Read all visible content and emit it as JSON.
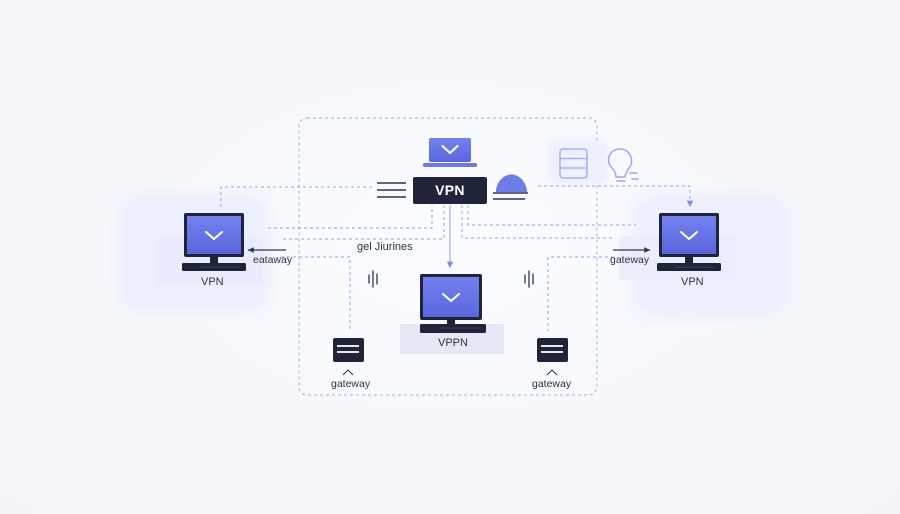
{
  "diagram": {
    "hub": {
      "label": "VPN"
    },
    "center_text": "gel Jiurines",
    "left_node": {
      "label": "VPN",
      "link_label": "eataway"
    },
    "right_node": {
      "label": "VPN",
      "link_label": "gateway"
    },
    "center_node": {
      "label": "VPPN"
    },
    "gateway_left": {
      "label": "gateway"
    },
    "gateway_right": {
      "label": "gateway"
    }
  },
  "colors": {
    "accent": "#6673e8",
    "dark": "#1f2438",
    "line": "#8ea3de",
    "soft_panel": "#e7ebfb"
  }
}
